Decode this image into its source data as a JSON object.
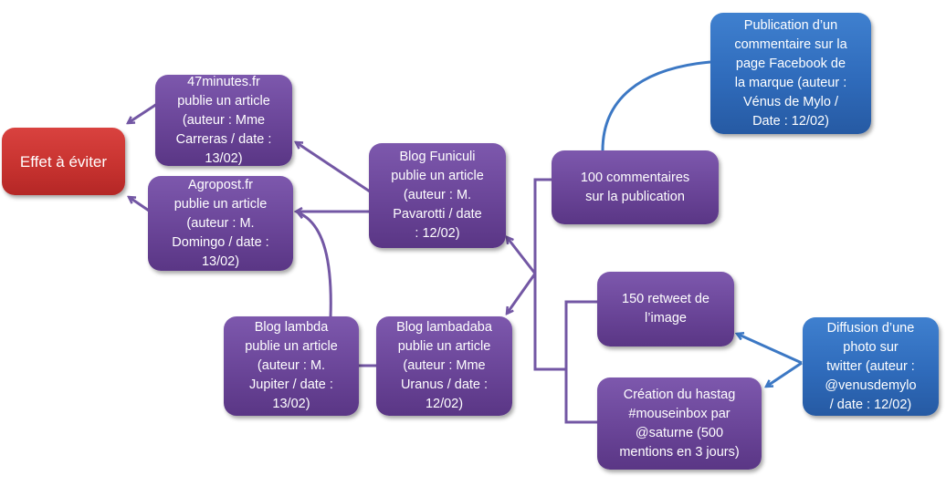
{
  "colors": {
    "purple_node": "#6a4598",
    "blue_node": "#2f6bbb",
    "red_node": "#c83330",
    "purple_connector": "#7357a4",
    "blue_connector": "#3c78c4"
  },
  "nodes": {
    "effet": {
      "text": "Effet à éviter"
    },
    "minutes47": {
      "text": "47minutes.fr\npublie un article\n(auteur : Mme\nCarreras / date :\n13/02)"
    },
    "agropost": {
      "text": "Agropost.fr\npublie un article\n(auteur : M.\nDomingo / date :\n13/02)"
    },
    "funiculi": {
      "text": "Blog Funiculi\npublie un article\n(auteur : M.\nPavarotti / date\n: 12/02)"
    },
    "commentaires": {
      "text": "100 commentaires\nsur la publication"
    },
    "facebook": {
      "text": "Publication d’un\ncommentaire sur la\npage Facebook de\nla marque (auteur :\nVénus de Mylo /\nDate : 12/02)"
    },
    "lambda": {
      "text": "Blog lambda\npublie un article\n(auteur : M.\nJupiter / date :\n13/02)"
    },
    "lambadaba": {
      "text": "Blog lambadaba\npublie un article\n(auteur : Mme\nUranus / date :\n12/02)"
    },
    "retweet": {
      "text": "150 retweet de\nl’image"
    },
    "hashtag": {
      "text": "Création du hastag\n#mouseinbox par\n@saturne (500\nmentions en 3 jours)"
    },
    "twitter": {
      "text": "Diffusion d’une\nphoto sur\ntwitter (auteur :\n@venusdemylo\n/ date : 12/02)"
    }
  }
}
